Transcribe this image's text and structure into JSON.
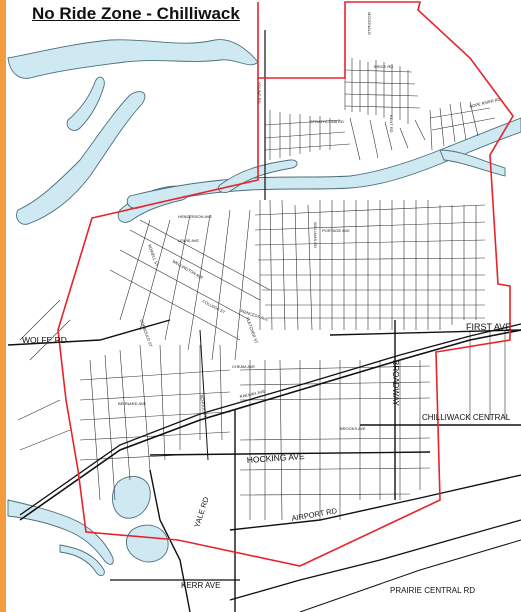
{
  "map": {
    "title": "No Ride Zone - Chilliwack",
    "colors": {
      "boundary": "#e8232a",
      "water": "#cfe9f2",
      "water_stroke": "#4a6f7c",
      "road": "#222222",
      "accent_bar": "#f39c3d"
    },
    "major_roads": {
      "first_ave": "FIRST AVE",
      "wolfe_rd": "WOLFE RD",
      "chilliwack_central": "CHILLIWACK CENTRAL",
      "hocking_ave": "HOCKING AVE",
      "airport_rd": "AIRPORT RD",
      "yale_rd": "YALE RD",
      "broadway": "BROADWAY",
      "kerr_ave": "KERR AVE",
      "prairie_central_rd": "PRAIRIE CENTRAL RD"
    },
    "minor_labels": {
      "young_rd": "YOUNG RD",
      "hope_river_rd": "HOPE RIVER RD",
      "strathcona_rd": "STRATHCONA RD",
      "brice_rd": "BRICE RD",
      "portage_ave": "PORTAGE AVE",
      "lewis_ave": "LEWIS AVE",
      "wellington_ave": "WELLINGTON AVE",
      "college_st": "COLLEGE ST",
      "princess_ave": "PRINCESS AVE",
      "cheam_ave": "CHEAM AVE",
      "bernard_ave": "BERNARD AVE",
      "railway_ave": "RAILWAY AVE",
      "brooks_ave": "BROOKS AVE",
      "kent_rd": "KENT RD",
      "williams_rd": "WILLIAMS RD",
      "school_st": "SCHOOL ST",
      "mcdonald": "MCDONALD",
      "henderson_ave": "HENDERSON AVE",
      "fletcher_st": "FLETCHER ST",
      "corbould_st": "CORBOULD ST",
      "nowell_st": "NOWELL ST"
    }
  }
}
